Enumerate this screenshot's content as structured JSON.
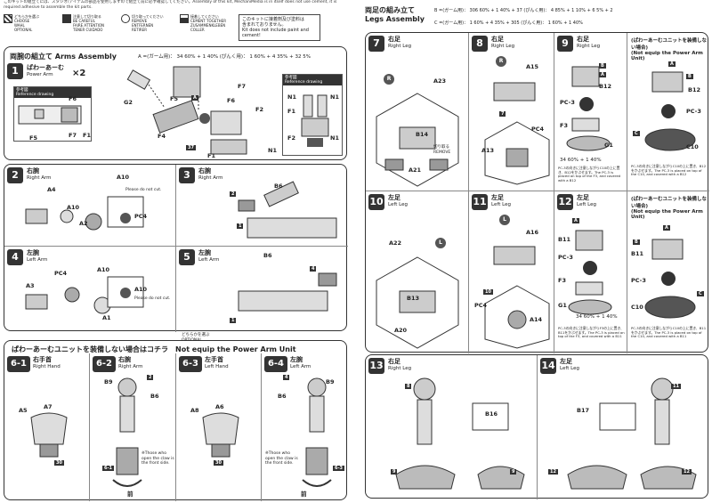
{
  "left_page": {
    "top_note": "このキットの組立てには、スタジオ/アイテムの部品を使用しますので組立て前に必ず確認してください。Assembly of this kit, MechaniMedia is in itself does not use cement, it is required adhesive to assemble the kit parts.",
    "legend": [
      {
        "icon": "cut-icon",
        "text": "どちらかを選ぶ\nCHOOSE\nWAHL\nOPTIONAL"
      },
      {
        "icon": "caution-icon",
        "text": "注意して切り取る\nBE CAREFUL\nFAIRE ATTENTION\nTENER CUIDADO"
      },
      {
        "icon": "remove-icon",
        "text": "切り取ってください\nREMOVE\nENTFERNEN\nRETIRER"
      },
      {
        "icon": "cement-icon",
        "text": "接着してください\nCEMENT TOGETHER\nZUSAMMENKLEBEN\nCOLLER"
      }
    ],
    "kit_note": "このキットに接着剤及び塗料は\n含まれておりません。\nKit does not include paint and cement!",
    "arms": {
      "step": "1",
      "title_jp": "両腕の組立て",
      "title_en": "Arms Assembly",
      "paint": "A =(ガーム用)： 34 60% + 1 40% (ぴんく用)： 1 60% + 4 35% + 32 5%",
      "sub_title_jp": "ぱわーあーむ",
      "sub_title_en": "Power Arm",
      "count": "×2",
      "ref1": "参考図\nReference drawing",
      "ref2": "参考図\nReference drawing",
      "parts": [
        "F6",
        "F5",
        "F7",
        "F1",
        "G2",
        "F5",
        "F4",
        "A",
        "F7",
        "F6",
        "F2",
        "37",
        "F1",
        "N1",
        "N1",
        "F1",
        "F2",
        "37",
        "N1",
        "N1"
      ]
    },
    "steps": [
      {
        "n": "2",
        "jp": "右腕",
        "en": "Right Arm",
        "parts": [
          "A4",
          "A10",
          "A10",
          "A2",
          "PC4"
        ],
        "note": "Please do not cut."
      },
      {
        "n": "3",
        "jp": "右腕",
        "en": "Right Arm",
        "parts": [
          "B6",
          "2",
          "1"
        ]
      },
      {
        "n": "4",
        "jp": "左腕",
        "en": "Left Arm",
        "parts": [
          "A3",
          "PC4",
          "A10",
          "A10",
          "A1"
        ],
        "note": "Please do not cut."
      },
      {
        "n": "5",
        "jp": "左腕",
        "en": "Left Arm",
        "parts": [
          "B6",
          "4",
          "1"
        ]
      }
    ],
    "no_unit_head": "ぱわーあーむユニットを装備しない場合はコチラ　Not equip the Power Arm Unit",
    "optional": "どちらかを選ぶ\nOPTIONAL",
    "substeps": [
      {
        "n": "6-1",
        "jp": "右手首",
        "en": "Right Hand",
        "parts": [
          "A5",
          "A7",
          "30"
        ]
      },
      {
        "n": "6-2",
        "jp": "右腕",
        "en": "Right Arm",
        "parts": [
          "B9",
          "2",
          "B6",
          "6-1"
        ],
        "note": "※Those who open the claw is the front side.",
        "front": "前"
      },
      {
        "n": "6-3",
        "jp": "左手首",
        "en": "Left Hand",
        "parts": [
          "A8",
          "A6",
          "30"
        ]
      },
      {
        "n": "6-4",
        "jp": "左腕",
        "en": "Left Arm",
        "parts": [
          "4",
          "B9",
          "B6",
          "6-3"
        ],
        "note": "※Those who open the claw is the front side.",
        "front": "前"
      }
    ]
  },
  "right_page": {
    "legs_title_jp": "両足の組み立て",
    "legs_title_en": "Legs Assembly",
    "paint_b": "B =(ガーム用)： 306 60% + 1 40% + 37 (ぴんく用)： 4 85% + 1 10% + 6 5% + 2",
    "paint_c": "C =(ガーム用)： 1 60% + 4 35% + 305 (ぴんく用)： 1 60% + 1 40%",
    "steps": [
      {
        "n": "7",
        "jp": "右足",
        "en": "Right Leg",
        "parts": [
          "R",
          "A23"
        ]
      },
      {
        "n": "8",
        "jp": "右足",
        "en": "Right Leg",
        "parts": [
          "R",
          "A15",
          "7",
          "PC4",
          "A13"
        ]
      },
      {
        "n": "9",
        "jp": "右足",
        "en": "Right Leg",
        "parts": [
          "B",
          "A",
          "B12",
          "PC-3",
          "F3",
          "G1",
          "34",
          "A"
        ],
        "paint": "34 60% + 1 40%",
        "note": "PC-3の向きに注意しながらC10の上に置き、B12をかぶせます。The PC-3 is placed on top of the F3, and covered with a B12"
      },
      {
        "n": "unit-r",
        "jp": "(ぱわーあーむユニットを装備しない場合)",
        "en": "(Not equip the Power Arm Unit)",
        "parts": [
          "A",
          "B",
          "B12",
          "PC-3",
          "C",
          "C10",
          "A"
        ],
        "note": "PC-3の向きに注意しながらC10の上に置き、B12をかぶせます。The PC-3 is placed on top of the C10, and covered with a B12"
      },
      {
        "n": "10",
        "jp": "左足",
        "en": "Left Leg",
        "parts": [
          "A22",
          "L"
        ]
      },
      {
        "n": "11",
        "jp": "左足",
        "en": "Left Leg",
        "parts": [
          "L",
          "A16",
          "10",
          "PC4",
          "A14"
        ]
      },
      {
        "n": "12",
        "jp": "左足",
        "en": "Left Leg",
        "parts": [
          "A",
          "B11",
          "PC-3",
          "F3",
          "G1",
          "34",
          "A"
        ],
        "paint": "34 60% + 1 40%",
        "note": "PC-3の向きに注意しながらF3の上に置き、B11をかぶせます。The PC-3 is placed on top of the F3, and covered with a B11"
      },
      {
        "n": "unit-l",
        "jp": "(ぱわーあーむユニットを装備しない場合)",
        "en": "(Not equip the Power Arm Unit)",
        "parts": [
          "A",
          "B",
          "B11",
          "PC-3",
          "C",
          "C10",
          "A"
        ],
        "note": "PC-3の向きに注意しながらC10の上に置き、B11をかぶせます。The PC-3 is placed on top of the C10, and covered with a B11"
      },
      {
        "n": "13",
        "jp": "右足",
        "en": "Right Leg",
        "parts": [
          "8",
          "B16",
          "9",
          "9"
        ]
      },
      {
        "n": "14",
        "jp": "左足",
        "en": "Left Leg",
        "parts": [
          "11",
          "B17",
          "12",
          "12"
        ]
      }
    ],
    "step8_B14": "B14",
    "step8_A21": "A21",
    "step10_B13": "B13",
    "step10_A20": "A20",
    "remove": "切り取る\nREMOVE"
  }
}
